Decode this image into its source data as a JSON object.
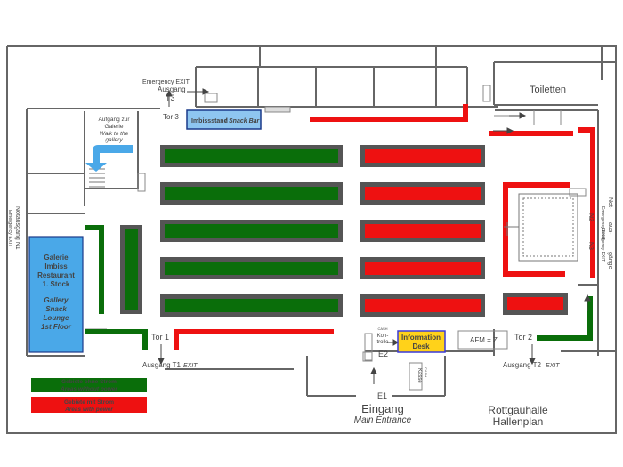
{
  "labels": {
    "emergency_exit": "Emergency EXIT",
    "ausgang_t3": "Ausgang",
    "t3": "T3",
    "tor3": "Tor 3",
    "toiletten": "Toiletten",
    "aufgang_line1": "Aufgang zur",
    "aufgang_line2": "Galerie",
    "walk_line1": "Walk to the",
    "walk_line2": "gallery",
    "imbiss_de": "Imbissstand",
    "imbiss_sep": "/",
    "imbiss_en": "Snack Bar",
    "notausgang_n1": "Notausgang   N1",
    "notausgang_n1_en": "Emergency EXIT",
    "galerie_de": [
      "Galerie",
      "Imbiss",
      "Restaurant",
      "1. Stock"
    ],
    "galerie_en": [
      "Gallery",
      "Snack",
      "Lounge",
      "1st Floor"
    ],
    "not_ausgaenge": [
      "Not-",
      "aus-",
      "gänge"
    ],
    "not_en": [
      "Emergency EXIT",
      "Emergency EXIT"
    ],
    "n2": "N2",
    "n3": "N3",
    "tor1": "Tor 1",
    "tor2": "Tor 2",
    "ausgang_t1": "Ausgang T1",
    "exit": "EXIT",
    "ausgang_t2": "Ausgang   T2",
    "kontrolle": [
      "CASH",
      "Kon-",
      "trolle"
    ],
    "kasse": [
      "CASH",
      "Kasse"
    ],
    "info_line1": "Information",
    "info_line2": "Desk",
    "afm": "AFM = Z",
    "e1": "E1",
    "e2": "E2",
    "eingang": "Eingang",
    "main_entrance": "Main Entrance",
    "hallenplan_line1": "Rottgauhalle",
    "hallenplan_line2": "Hallenplan"
  },
  "legend": [
    {
      "de": "Gebiete ohne Strom",
      "en": "Areas without power",
      "color": "#0a6e0a"
    },
    {
      "de": "Gebiete mit Strom",
      "en": "Areas with power",
      "color": "#ee1111"
    }
  ],
  "colors": {
    "no_power": "#0a6e0a",
    "power": "#ee1111",
    "stand_border": "#555555",
    "info_desk": "#ffd21a",
    "galerie": "#4aa8e8",
    "snack_bar": "#8ec6f0",
    "walk_arrow": "#4aa8e8"
  }
}
